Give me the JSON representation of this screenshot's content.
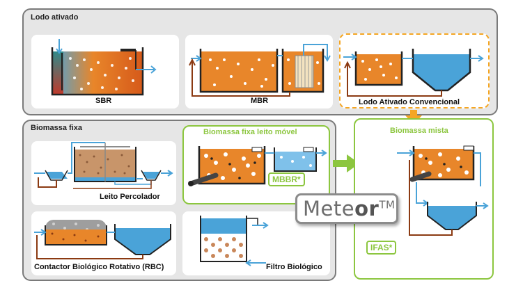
{
  "lodo": {
    "title": "Lodo ativado",
    "sbr": "SBR",
    "mbr": "MBR",
    "convencional": "Lodo Ativado Convencional"
  },
  "fixa": {
    "title": "Biomassa fixa",
    "leito_movel_title": "Biomassa fixa leito móvel",
    "mbbr_badge": "MBBR*",
    "percolador": "Leito Percolador",
    "rbc": "Contactor Biológico Rotativo (RBC)",
    "filtro": "Filtro Biológico"
  },
  "mista": {
    "title": "Biomassa mista",
    "ifas_badge": "IFAS*"
  },
  "brand": {
    "name_a": "Mete",
    "name_b": "or",
    "tm": "TM"
  },
  "colors": {
    "accent_green": "#8cc63f",
    "accent_orange": "#f5a623",
    "water_blue": "#4aa3d8",
    "sludge_orange": "#e8862a",
    "sludge_brown": "#8b3a12"
  }
}
